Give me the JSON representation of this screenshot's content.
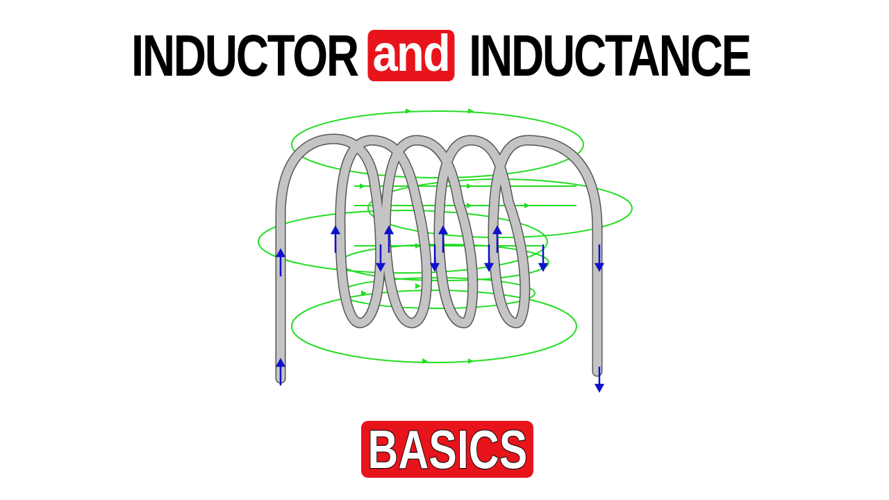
{
  "title": {
    "left": "INDUCTOR",
    "middle": "and",
    "right": "INDUCTANCE"
  },
  "badge": {
    "label": "BASICS"
  },
  "colors": {
    "accent": "#e8141c",
    "coil": "#c4c4c4",
    "field_lines": "#22dd22",
    "current_arrows": "#1010cc",
    "text": "#000000"
  },
  "icons": {
    "current_arrow_up": "up-arrow",
    "current_arrow_down": "down-arrow"
  }
}
